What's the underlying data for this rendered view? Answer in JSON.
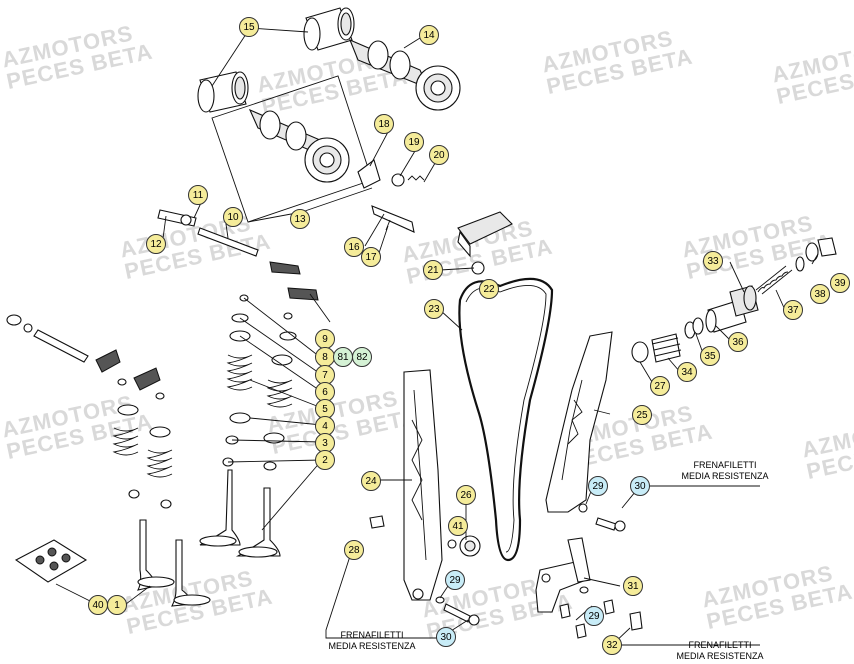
{
  "watermark": {
    "line1": "AZMOTORS",
    "line2": "PECES BETA"
  },
  "notes": {
    "right": {
      "line1": "FRENAFILETTI",
      "line2": "MEDIA RESISTENZA"
    },
    "bottom_left": {
      "line1": "FRENAFILETTI",
      "line2": "MEDIA RESISTENZA"
    },
    "bottom_right": {
      "line1": "FRENAFILETTI",
      "line2": "MEDIA RESISTENZA"
    }
  },
  "callouts": {
    "c1": "1",
    "c2": "2",
    "c3": "3",
    "c4": "4",
    "c5": "5",
    "c6": "6",
    "c7": "7",
    "c8": "8",
    "c9": "9",
    "c10": "10",
    "c11": "11",
    "c12": "12",
    "c13": "13",
    "c14": "14",
    "c15": "15",
    "c16": "16",
    "c17": "17",
    "c18": "18",
    "c19": "19",
    "c20": "20",
    "c21": "21",
    "c22": "22",
    "c23": "23",
    "c24": "24",
    "c25": "25",
    "c26": "26",
    "c27": "27",
    "c28": "28",
    "c29a": "29",
    "c29b": "29",
    "c29c": "29",
    "c30a": "30",
    "c30b": "30",
    "c31": "31",
    "c32": "32",
    "c33": "33",
    "c34": "34",
    "c35": "35",
    "c36": "36",
    "c37": "37",
    "c38": "38",
    "c39": "39",
    "c40": "40",
    "c41": "41",
    "c81": "81",
    "c82": "82"
  }
}
